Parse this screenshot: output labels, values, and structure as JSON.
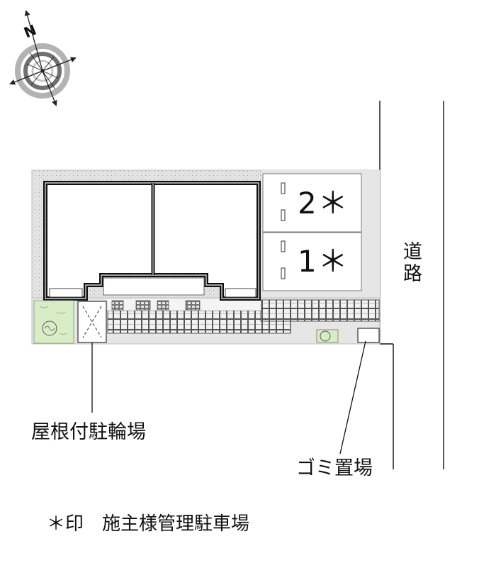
{
  "compass": {
    "north_label": "N",
    "icon": "compass-rose-icon"
  },
  "road": {
    "label": "道路"
  },
  "parking": {
    "spaces": [
      {
        "label": "2＊"
      },
      {
        "label": "1＊"
      }
    ]
  },
  "callouts": {
    "bicycle_parking": "屋根付駐輪場",
    "garbage_area": "ゴミ置場"
  },
  "legend": {
    "note": "＊印　施主様管理駐車場"
  },
  "colors": {
    "site": "#e4e4e4",
    "greenery": "#d8ecc6",
    "building_outline": "#111111",
    "compass_ring": "#a8a8a8"
  }
}
